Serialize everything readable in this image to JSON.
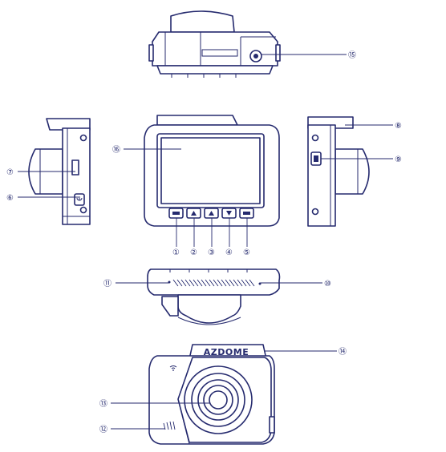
{
  "brand_text": "AZDOME",
  "colors": {
    "line": "#252a6e",
    "background": "#ffffff"
  },
  "callouts": {
    "c1": "①",
    "c2": "②",
    "c3": "③",
    "c4": "④",
    "c5": "⑤",
    "c6": "⑥",
    "c7": "⑦",
    "c8": "⑧",
    "c9": "⑨",
    "c10": "⑩",
    "c11": "⑪",
    "c12": "⑫",
    "c13": "⑬",
    "c14": "⑭",
    "c15": "⑮",
    "c16": "⑯"
  }
}
